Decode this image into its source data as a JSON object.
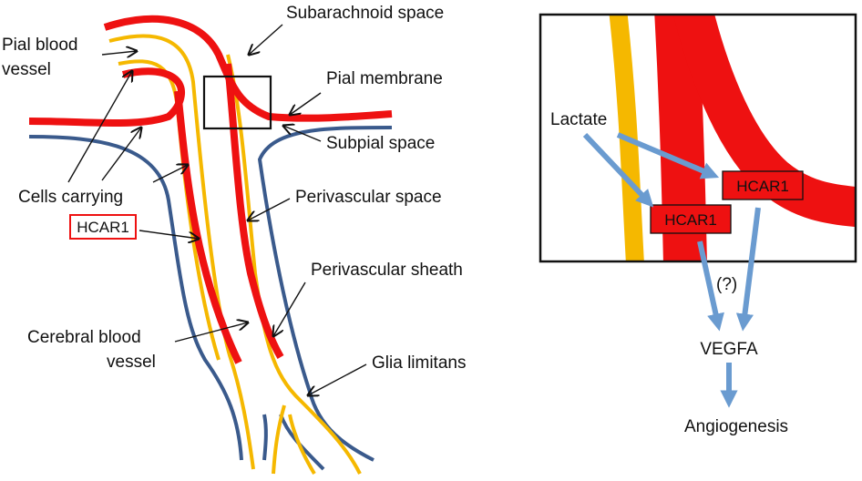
{
  "colors": {
    "blood_vessel": "#ee1111",
    "membrane": "#f5b800",
    "sheath": "#3a5a8c",
    "arrow": "#6a9bd0",
    "frame": "#111111"
  },
  "labels": {
    "subarachnoid_space": "Subarachnoid space",
    "pial_blood_vessel_line1": "Pial blood",
    "pial_blood_vessel_line2": "vessel",
    "pial_membrane": "Pial membrane",
    "subpial_space": "Subpial space",
    "cells_carrying": "Cells carrying",
    "hcar1_box": "HCAR1",
    "perivascular_space": "Perivascular space",
    "perivascular_sheath": "Perivascular sheath",
    "cerebral_blood_vessel_line1": "Cerebral blood",
    "cerebral_blood_vessel_line2": "vessel",
    "glia_limitans": "Glia limitans"
  },
  "inset": {
    "lactate": "Lactate",
    "hcar1_upper": "HCAR1",
    "hcar1_lower": "HCAR1",
    "question": "(?)",
    "vegfa": "VEGFA",
    "angiogenesis": "Angiogenesis"
  }
}
